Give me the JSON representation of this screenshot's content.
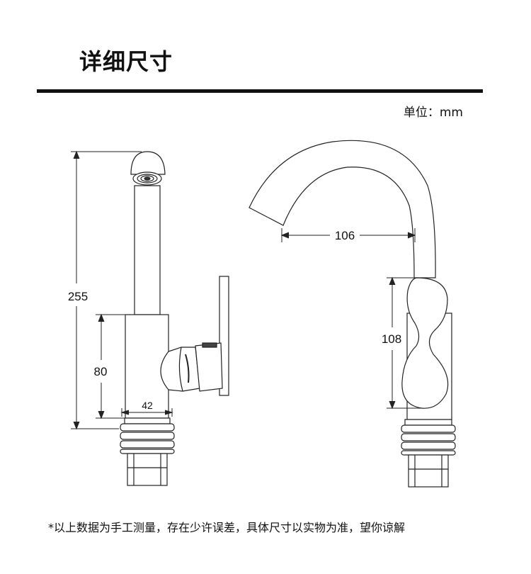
{
  "header": {
    "title": "详细尺寸",
    "unit": "单位：mm"
  },
  "dimensions": {
    "total_height": "255",
    "body_height": "80",
    "body_width": "42",
    "spout_reach": "106",
    "handle_height": "108"
  },
  "footer": {
    "note": "*以上数据为手工测量，存在少许误差，具体尺寸以实物为准，望你谅解"
  }
}
